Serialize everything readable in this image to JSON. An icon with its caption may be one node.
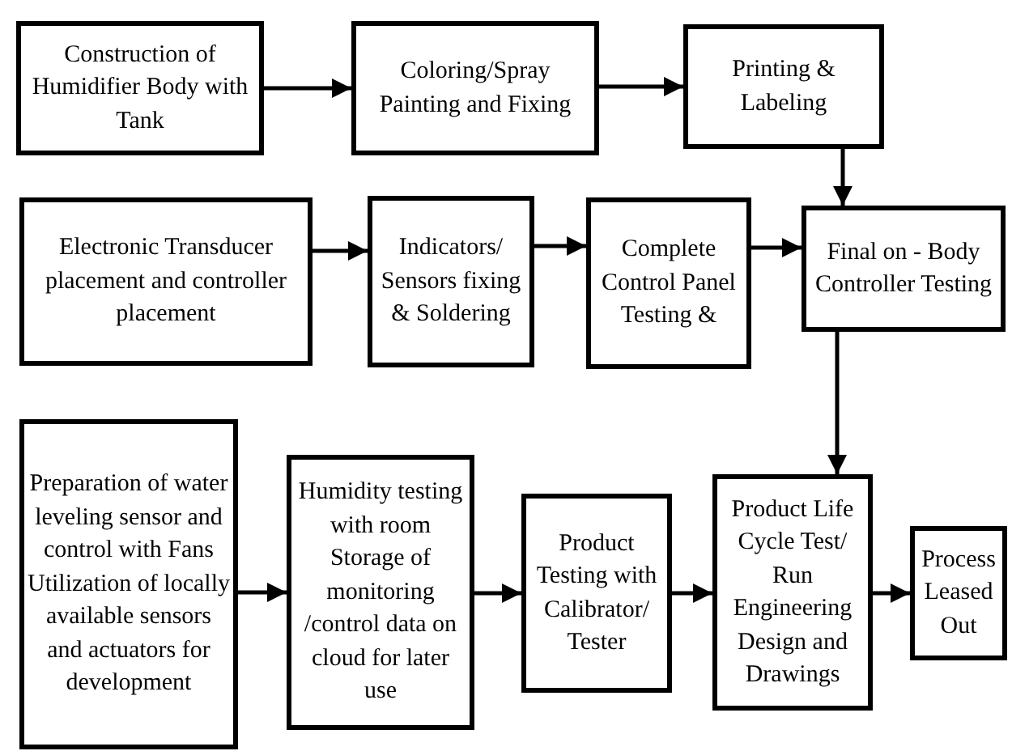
{
  "diagram": {
    "nodes": [
      {
        "text": [
          "Construction of Humidifier Body with Tank"
        ]
      },
      {
        "text": [
          "Coloring/Spray Painting and Fixing"
        ]
      },
      {
        "text": [
          "Printing & Labeling"
        ]
      },
      {
        "text": [
          "Electronic Transducer placement and controller placement"
        ]
      },
      {
        "text": [
          "Indicators/ Sensors fixing & Soldering"
        ]
      },
      {
        "text": [
          "Complete Control Panel Testing &"
        ]
      },
      {
        "text": [
          "Final on - Body Controller Testing"
        ]
      },
      {
        "text": [
          "Preparation of water leveling sensor and control with Fans Utilization of locally available sensors and actuators for development"
        ]
      },
      {
        "text": [
          "Humidity testing with room Storage of monitoring /control data on cloud for later use"
        ]
      },
      {
        "text": [
          "Product Testing with Calibrator/ Tester"
        ]
      },
      {
        "text": [
          "Product Life Cycle Test/ Run Engineering Design and Drawings"
        ]
      },
      {
        "text": [
          "Process Leased Out"
        ]
      }
    ],
    "edges": [
      {
        "from": 0,
        "to": 1,
        "arrow": "to"
      },
      {
        "from": 1,
        "to": 2,
        "arrow": "to"
      },
      {
        "from": 2,
        "to": 6,
        "arrow": "to"
      },
      {
        "from": 3,
        "to": 4,
        "arrow": "to"
      },
      {
        "from": 4,
        "to": 5,
        "arrow": "to"
      },
      {
        "from": 5,
        "to": 6,
        "arrow": "to"
      },
      {
        "from": 6,
        "to": 10,
        "arrow": "to"
      },
      {
        "from": 7,
        "to": 8,
        "arrow": "to"
      },
      {
        "from": 8,
        "to": 9,
        "arrow": "to"
      },
      {
        "from": 9,
        "to": 10,
        "arrow": "to"
      },
      {
        "from": 10,
        "to": 11,
        "arrow": "to"
      }
    ]
  }
}
